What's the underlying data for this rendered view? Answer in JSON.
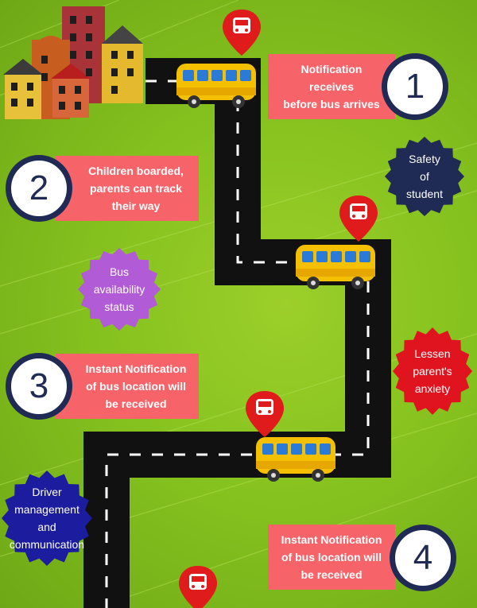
{
  "steps": [
    {
      "number": "1",
      "text": "Notification\nreceives\nbefore bus arrives"
    },
    {
      "number": "2",
      "text": "Children boarded,\nparents can track\ntheir way"
    },
    {
      "number": "3",
      "text": "Instant Notification\nof bus location will\nbe received"
    },
    {
      "number": "4",
      "text": "Instant Notification\nof bus location will\nbe received"
    }
  ],
  "badges": [
    {
      "text": "Safety\nof\nstudent",
      "color": "#1f2a55"
    },
    {
      "text": "Bus\navailability\nstatus",
      "color": "#b15cd6"
    },
    {
      "text": "Lessen\nparent's\nanxiety",
      "color": "#e0141f"
    },
    {
      "text": "Driver\nmanagement\nand\ncommunication",
      "color": "#1c1c9e"
    }
  ],
  "colors": {
    "callout": "#f6646a",
    "circle_border": "#1f2a55",
    "pin": "#e01b1b",
    "road": "#111111",
    "bus": "#f5c000"
  },
  "icons": [
    "map-pin-bus-icon",
    "school-bus-icon",
    "city-buildings-icon"
  ]
}
